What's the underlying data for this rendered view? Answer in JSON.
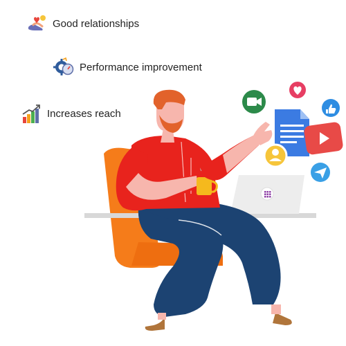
{
  "benefits": [
    {
      "label": "Good relationships",
      "icon": "handshake-heart-icon"
    },
    {
      "label": "Performance improvement",
      "icon": "gear-gauge-icon"
    },
    {
      "label": "Increases reach",
      "icon": "growth-bars-icon"
    }
  ],
  "social_icons": [
    "video-call-icon",
    "heart-icon",
    "thumbs-up-icon",
    "document-icon",
    "play-icon",
    "profile-icon",
    "send-icon"
  ],
  "colors": {
    "shirt": "#e8231d",
    "pants": "#1c4372",
    "chair": "#f57c1a",
    "hair": "#e2622b",
    "skin": "#f7b6ad",
    "mug": "#f5b91d",
    "desk": "#d8d8d8",
    "video_green": "#2c8a4a",
    "heart_pink": "#e73e63",
    "like_blue": "#2e8de2",
    "doc_blue": "#3b7be2",
    "play_red": "#e84a47",
    "profile_yellow": "#f6c53a",
    "send_blue": "#3aa0e6"
  }
}
